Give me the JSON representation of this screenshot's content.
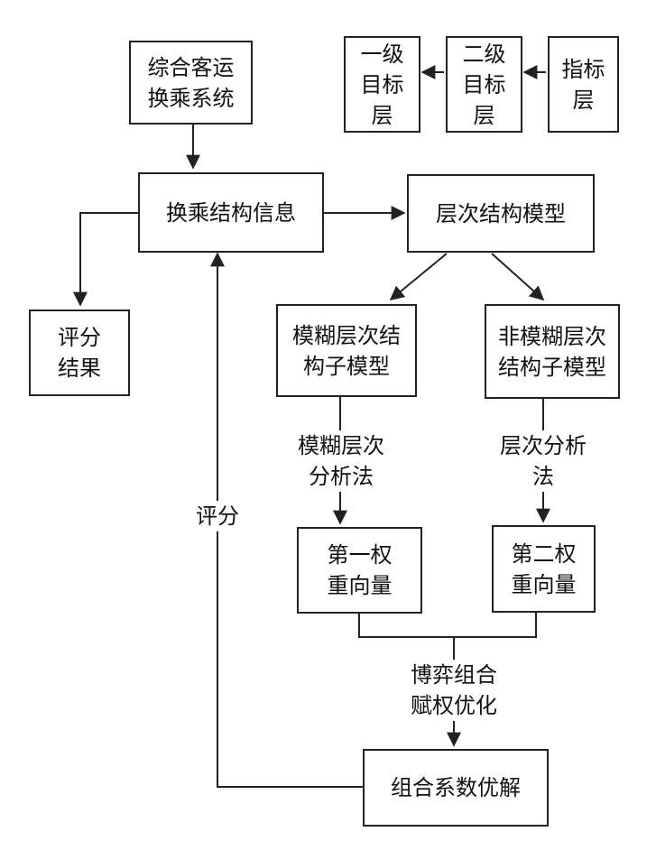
{
  "boxes": {
    "integrated_system": "综合客运\n换乘系统",
    "transfer_info": "换乘结构信息",
    "hierarchy_model": "层次结构模型",
    "score_result": "评分\n结果",
    "fuzzy_submodel": "模糊层次结\n构子模型",
    "nonfuzzy_submodel": "非模糊层次\n结构子模型",
    "first_weight": "第一权\n重向量",
    "second_weight": "第二权\n重向量",
    "combination_solution": "组合系数优解",
    "level1_target": "一级\n目标\n层",
    "level2_target": "二级\n目标\n层",
    "indicator_layer": "指标\n层"
  },
  "labels": {
    "fuzzy_ahp": "模糊层次\n分析法",
    "ahp": "层次分析\n法",
    "scoring": "评分",
    "game_weighting": "博弈组合\n赋权优化"
  }
}
